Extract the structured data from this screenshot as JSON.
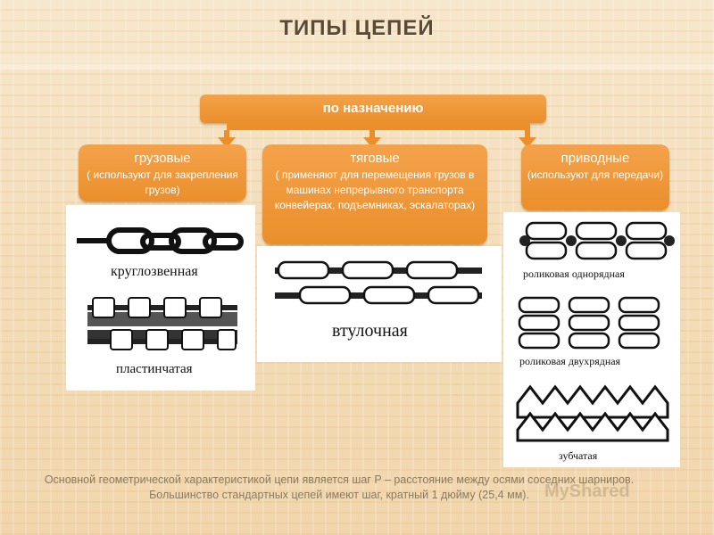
{
  "title": "ТИПЫ ЦЕПЕЙ",
  "root": {
    "label": "по назначению"
  },
  "categories": [
    {
      "title": "грузовые",
      "description": "( используют для закрепления грузов)"
    },
    {
      "title": "тяговые",
      "description": "( применяют для перемещения грузов в машинах непрерывного транспорта конвейерах, подъемниках, эскалаторах)"
    },
    {
      "title": "приводные",
      "description": "(используют для передачи)"
    }
  ],
  "chain_types": {
    "round_link": "круглозвенная",
    "plate": "пластинчатая",
    "bush": "втулочная",
    "roller_single": "роликовая однорядная",
    "roller_double": "роликовая двухрядная",
    "toothed": "зубчатая"
  },
  "footer": "Основной геометрической характеристикой цепи является шаг P – расстояние между осями соседних шарниров. Большинство стандартных цепей имеют шаг, кратный 1 дюйму (25,4 мм).",
  "watermark": "MyShared",
  "colors": {
    "orange": "#ea8f2b",
    "title": "#5c4a34",
    "caption": "#8c7a60"
  }
}
